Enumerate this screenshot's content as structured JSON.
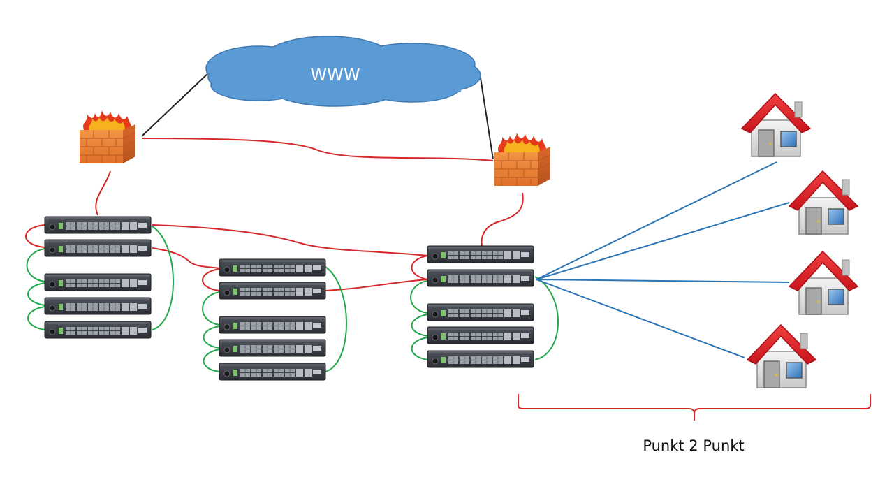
{
  "cloud": {
    "label": "WWW",
    "color": "#5b9bd5"
  },
  "caption": "Punkt 2 Punkt",
  "colors": {
    "wan_link": "#222222",
    "uplink": "#d62828",
    "stack_link": "#22a84a",
    "p2p_link": "#2e75b6",
    "bracket": "#d62828",
    "house_roof": "#e8202a",
    "switch_body": "#3a3d44"
  },
  "nodes": {
    "firewalls": 2,
    "switch_groups": [
      5,
      5,
      5
    ],
    "houses": 4
  }
}
